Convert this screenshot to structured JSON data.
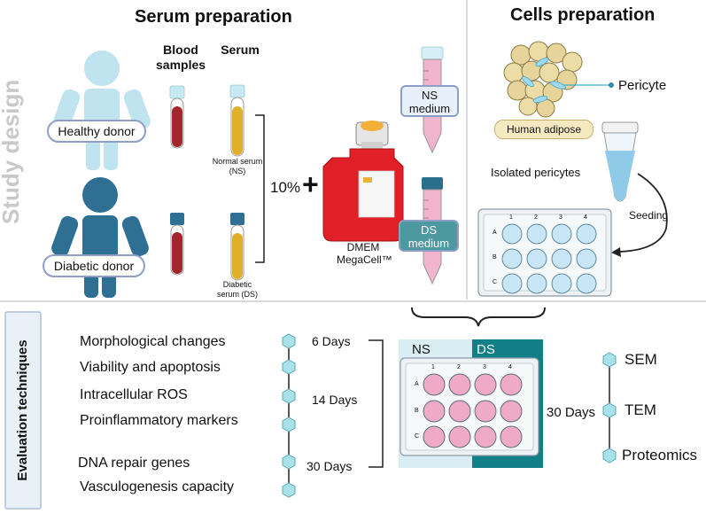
{
  "headers": {
    "serum_preparation": "Serum preparation",
    "cells_preparation": "Cells preparation"
  },
  "side_labels": {
    "study_design": "Study design",
    "evaluation_techniques": "Evaluation techniques"
  },
  "columns": {
    "blood_line1": "Blood",
    "blood_line2": "samples",
    "serum": "Serum"
  },
  "donors": {
    "healthy": "Healthy donor",
    "diabetic": "Diabetic donor"
  },
  "serum_labels": {
    "normal_line1": "Normal serum",
    "normal_line2": "(NS)",
    "diabetic_line1": "Diabetic",
    "diabetic_line2": "serum (DS)"
  },
  "mix": {
    "percent": "10%",
    "plus": "+",
    "dmem_line1": "DMEM",
    "dmem_line2": "MegaCell™"
  },
  "media": {
    "ns_line1": "NS",
    "ns_line2": "medium",
    "ds_line1": "DS",
    "ds_line2": "medium"
  },
  "cells": {
    "pericyte": "Pericyte",
    "human_adipose": "Human adipose",
    "isolated": "Isolated pericytes",
    "seeding": "Seeding"
  },
  "plate": {
    "cols": [
      "1",
      "2",
      "3",
      "4"
    ],
    "rows": [
      "A",
      "B",
      "C"
    ]
  },
  "evaluation": {
    "techniques": [
      "Morphological changes",
      "Viability and apoptosis",
      "Intracellular ROS",
      "Proinflammatory markers",
      "DNA repair genes",
      "Vasculogenesis capacity"
    ],
    "days": [
      "6 Days",
      "14 Days",
      "30 Days"
    ],
    "plate_ns": "NS",
    "plate_ds": "DS",
    "right_days": "30 Days",
    "right_techniques": [
      "SEM",
      "TEM",
      "Proteomics"
    ]
  },
  "colors": {
    "healthy_figure": "#bfe3ef",
    "diabetic_figure": "#2f6f93",
    "blood": "#a3262f",
    "serum": "#e0b02a",
    "ns_box": "#e7f0fa",
    "ds_box": "#4c99a1",
    "ds_band": "#117f86",
    "ns_band": "#d9eef3",
    "well_pink": "#eeaac6",
    "well_blue": "#c8e6f5",
    "hexagon": "#a8e3ec",
    "gray_text": "#c9c9c9"
  }
}
